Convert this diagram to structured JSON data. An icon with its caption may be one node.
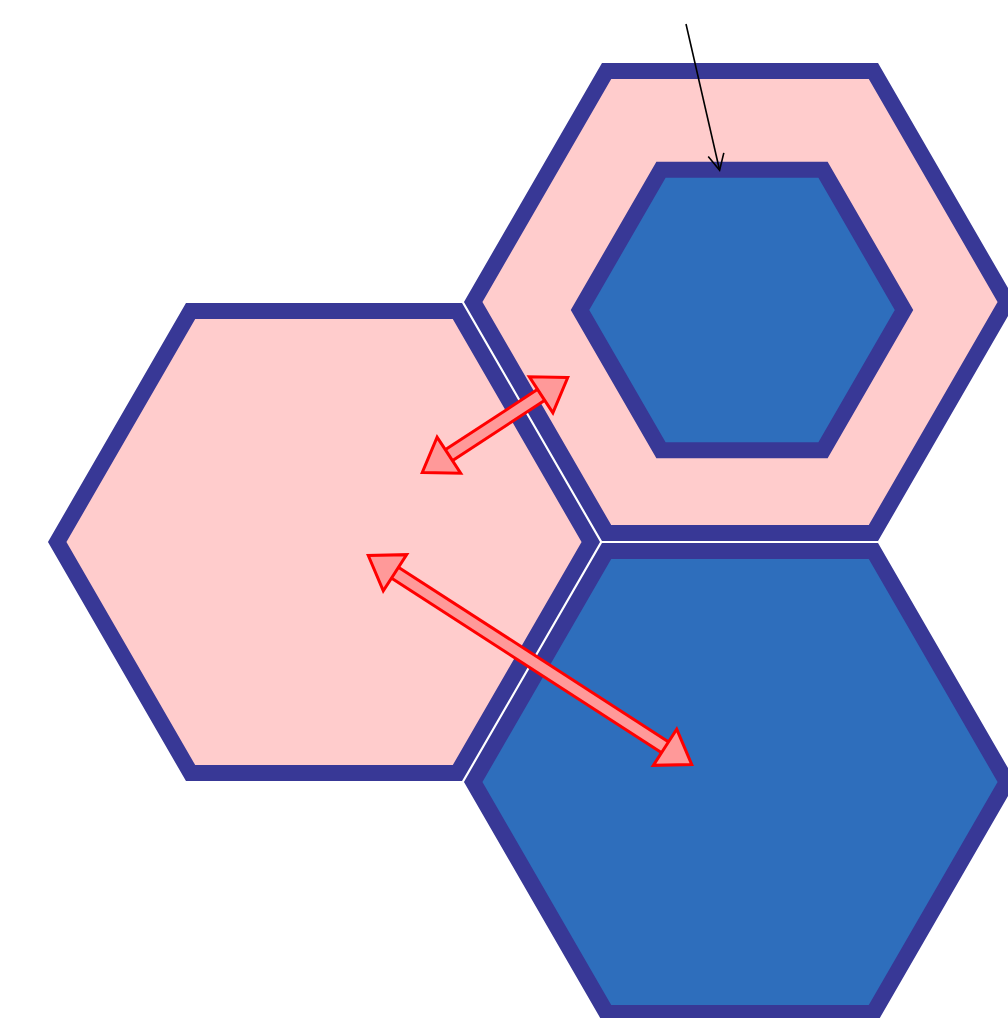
{
  "diagram": {
    "nodes": [
      {
        "text": [],
        "shape": "hexagon"
      },
      {
        "text": [],
        "shape": "hexagon",
        "in": 0
      },
      {
        "text": [],
        "shape": "hexagon"
      },
      {
        "text": [],
        "shape": "hexagon"
      }
    ],
    "edges": [
      {
        "from": null,
        "to": 1,
        "arrow": "to",
        "color": "#000000"
      },
      {
        "from": 2,
        "to": 0,
        "arrow": "both"
      },
      {
        "from": 2,
        "to": 3,
        "arrow": "both"
      }
    ]
  }
}
